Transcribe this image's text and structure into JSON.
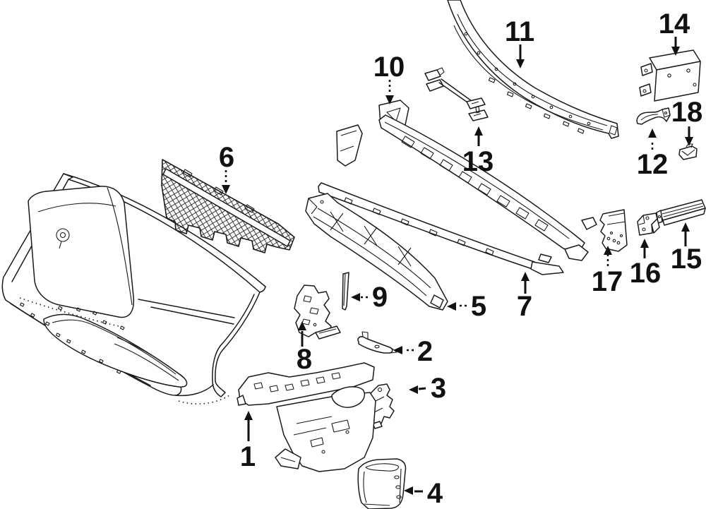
{
  "diagram": {
    "type": "exploded-parts-diagram",
    "subject": "front bumper and grille components with numbered callouts",
    "colors": {
      "background": "#ffffff",
      "line": "#1a1a1a",
      "label": "#111111"
    },
    "callouts": [
      {
        "label": "1"
      },
      {
        "label": "2"
      },
      {
        "label": "3"
      },
      {
        "label": "4"
      },
      {
        "label": "5"
      },
      {
        "label": "6"
      },
      {
        "label": "7"
      },
      {
        "label": "8"
      },
      {
        "label": "9"
      },
      {
        "label": "10"
      },
      {
        "label": "11"
      },
      {
        "label": "12"
      },
      {
        "label": "13"
      },
      {
        "label": "14"
      },
      {
        "label": "15"
      },
      {
        "label": "16"
      },
      {
        "label": "17"
      },
      {
        "label": "18"
      }
    ]
  }
}
